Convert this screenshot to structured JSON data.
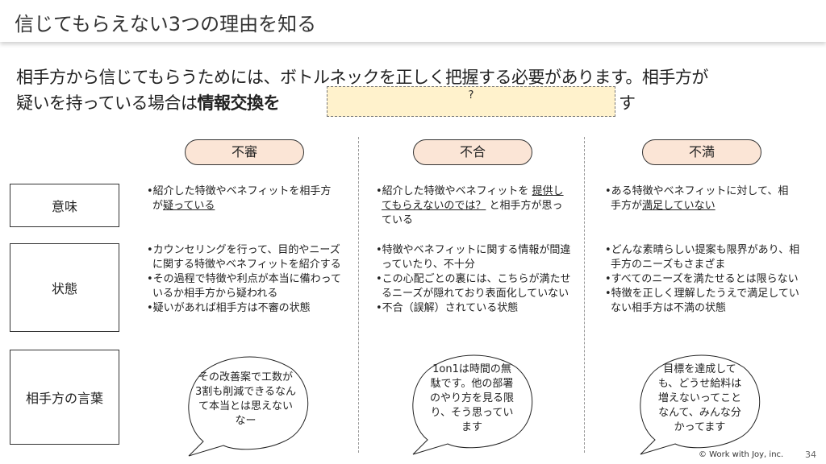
{
  "title": "信じてもらえない3つの理由を知る",
  "intro": {
    "line1": "相手方から信じてもらうためには、ボトルネックを正しく把握する必要があります。相手方が",
    "line2_pre": "疑いを持っている場合は",
    "line2_bold": "情報交換を",
    "line2_post": "す",
    "mask_text": "?"
  },
  "columns": [
    {
      "header": "不審",
      "meaning": {
        "pre": "•紹介した特徴やベネフィットを相手方が",
        "u": "疑っている",
        "post": ""
      },
      "state": [
        "•カウンセリングを行って、目的やニーズに関する特徴やベネフィットを紹介する",
        "•その過程で特徴や利点が本当に備わっているか相手方から疑われる",
        "•疑いがあれば相手方は不審の状態"
      ],
      "voice": "その改善案で工数が3割も削減できるなんて本当とは思えないなー"
    },
    {
      "header": "不合",
      "meaning": {
        "pre": "•紹介した特徴やベネフィットを ",
        "u": "提供してもらえないのでは？",
        "post": " と相手方が思っている"
      },
      "state": [
        "•特徴やベネフィットに関する情報が間違っていたり、不十分",
        "•この心配ごとの裏には、こちらが満たせるニーズが隠れており表面化していない",
        "•不合（誤解）されている状態"
      ],
      "voice": "1on1は時間の無駄です。他の部署のやり方を見る限り、そう思っています"
    },
    {
      "header": "不満",
      "meaning": {
        "pre": "•ある特徴やベネフィットに対して、相手方が",
        "u": "満足していない",
        "post": ""
      },
      "state": [
        "•どんな素晴らしい提案も限界があり、相手方のニーズもさまざま",
        "•すべてのニーズを満たせるとは限らない",
        "•特徴を正しく理解したうえで満足していない相手方は不満の状態"
      ],
      "voice": "目標を達成しても、どうせ給料は増えないってことなんて、みんな分かってます"
    }
  ],
  "rows": {
    "meaning": "意味",
    "state": "状態",
    "voice": "相手方の言葉"
  },
  "footer": {
    "copyright": "© Work with Joy, inc.",
    "page": "34"
  },
  "colors": {
    "pill": "#fbe5d6",
    "mask": "#fff2cc"
  }
}
